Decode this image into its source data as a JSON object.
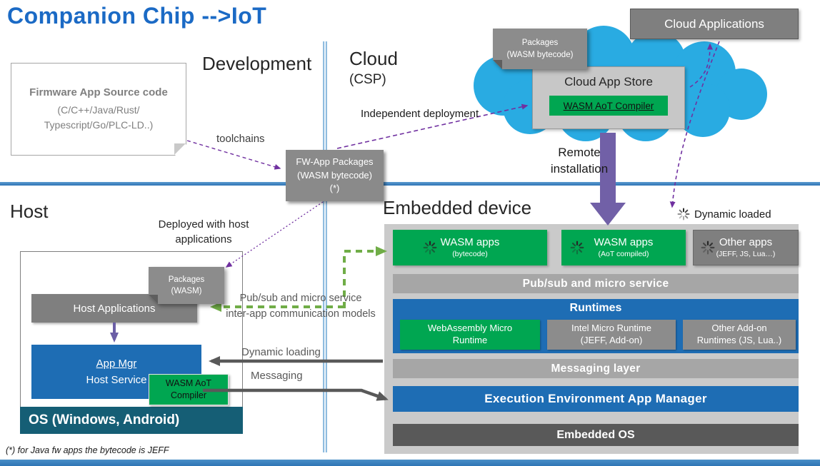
{
  "title": "Companion Chip -->IoT",
  "sections": {
    "development_label": "Development",
    "cloud_label": "Cloud",
    "cloud_sub": "(CSP)",
    "host_label": "Host",
    "embedded_label": "Embedded device"
  },
  "cloud": {
    "applications_box": "Cloud Applications",
    "packages_note": {
      "line1": "Packages",
      "line2": "(WASM bytecode)"
    },
    "app_store": {
      "title": "Cloud App Store",
      "compiler": "WASM AoT Compiler"
    }
  },
  "dev": {
    "firmware_box": {
      "line1": "Firmware App Source code",
      "line2": "(C/C++/Java/Rust/",
      "line3": "Typescript/Go/PLC-LD..)"
    },
    "toolchains": "toolchains",
    "fw_packages": {
      "line1": "FW-App Packages",
      "line2": "(WASM bytecode)",
      "line3": "(*)"
    }
  },
  "flow_labels": {
    "independent_deployment": "Independent deployment",
    "remote_installation": "Remote installation",
    "dynamic_loaded": "Dynamic loaded",
    "deployed_with_host": "Deployed with host applications",
    "pubsub_line1": "Pub/sub and micro service",
    "pubsub_line2": "inter-app communication models",
    "dynamic_loading": "Dynamic loading",
    "messaging": "Messaging"
  },
  "host": {
    "packages_note": {
      "line1": "Packages",
      "line2": "(WASM)"
    },
    "host_applications": "Host Applications",
    "app_mgr": {
      "line1": "App Mgr",
      "line2": "Host Service"
    },
    "compiler": {
      "line1": "WASM AoT",
      "line2": "Compiler"
    },
    "os_bar": "OS (Windows, Android)"
  },
  "embedded": {
    "apps": [
      {
        "title": "WASM apps",
        "subtitle": "(bytecode)"
      },
      {
        "title": "WASM apps",
        "subtitle": "(AoT compiled)"
      },
      {
        "title": "Other apps",
        "subtitle": "(JEFF, JS, Lua…)"
      }
    ],
    "pubsub_bar": "Pub/sub and micro service",
    "runtimes_title": "Runtimes",
    "runtimes": [
      {
        "line1": "WebAssembly Micro",
        "line2": "Runtime"
      },
      {
        "line1": "Intel Micro Runtime",
        "line2": "(JEFF, Add-on)"
      },
      {
        "line1": "Other Add-on",
        "line2": "Runtimes (JS, Lua..)"
      }
    ],
    "messaging_bar": "Messaging layer",
    "exec_bar": "Execution Environment App Manager",
    "os_bar": "Embedded OS"
  },
  "footnote": "(*) for Java fw apps the bytecode is JEFF",
  "colors": {
    "title_blue": "#1B6AC5",
    "green": "#00A651",
    "box_blue": "#1E6DB4",
    "gray_box": "#7F7F7F",
    "panel_gray": "#CACACA",
    "cloud_cyan": "#29ABE2",
    "purple_arrow": "#7030A0",
    "block_purple": "#7160A7",
    "green_arrow": "#70AD47",
    "teal_os": "#155E75",
    "divider_blue": "#2E74B5"
  }
}
